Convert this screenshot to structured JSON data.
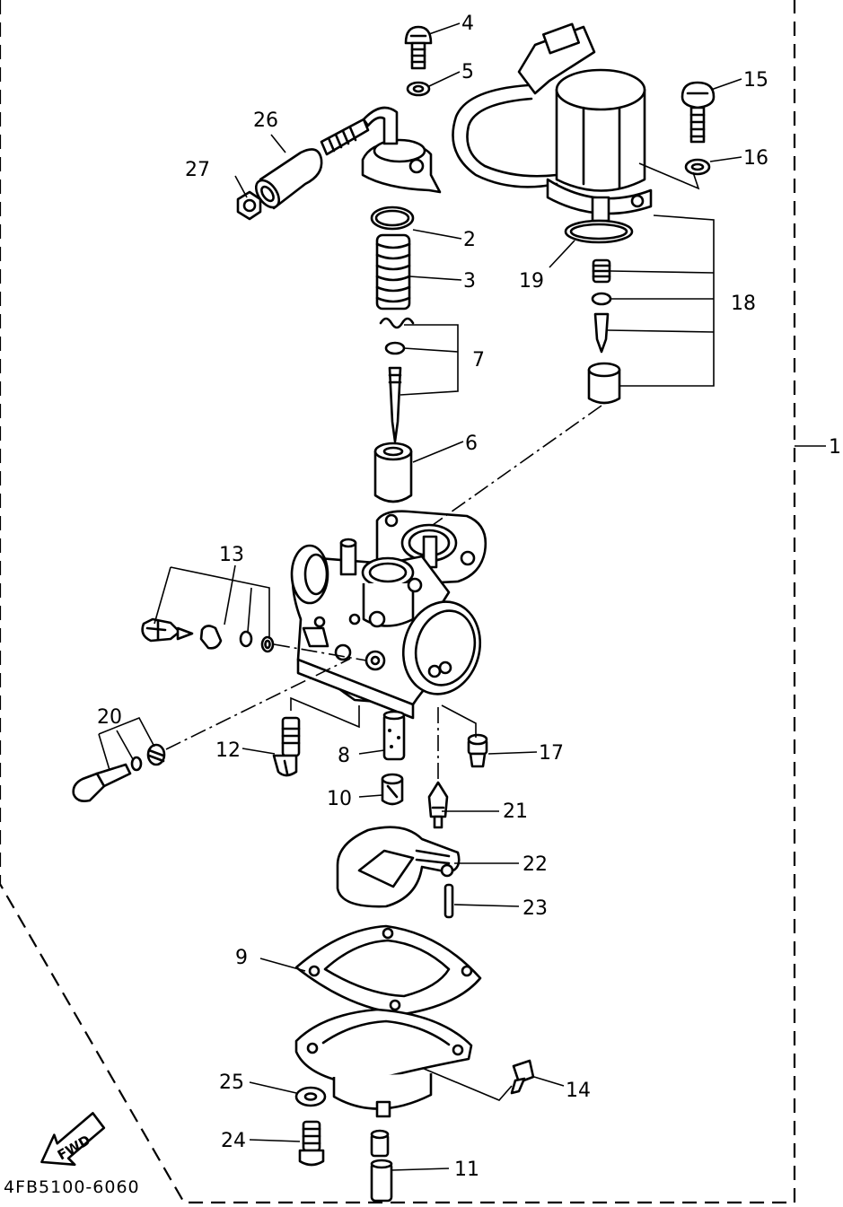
{
  "drawing_code": "4FB5100-6060",
  "fwd_label": "FWD",
  "callouts": [
    {
      "id": "c1",
      "text": "1"
    },
    {
      "id": "c2",
      "text": "2"
    },
    {
      "id": "c3",
      "text": "3"
    },
    {
      "id": "c4",
      "text": "4"
    },
    {
      "id": "c5",
      "text": "5"
    },
    {
      "id": "c6",
      "text": "6"
    },
    {
      "id": "c7",
      "text": "7"
    },
    {
      "id": "c8",
      "text": "8"
    },
    {
      "id": "c9",
      "text": "9"
    },
    {
      "id": "c10",
      "text": "10"
    },
    {
      "id": "c11",
      "text": "11"
    },
    {
      "id": "c12",
      "text": "12"
    },
    {
      "id": "c13",
      "text": "13"
    },
    {
      "id": "c14",
      "text": "14"
    },
    {
      "id": "c15",
      "text": "15"
    },
    {
      "id": "c16",
      "text": "16"
    },
    {
      "id": "c17",
      "text": "17"
    },
    {
      "id": "c18",
      "text": "18"
    },
    {
      "id": "c19",
      "text": "19"
    },
    {
      "id": "c20",
      "text": "20"
    },
    {
      "id": "c21",
      "text": "21"
    },
    {
      "id": "c22",
      "text": "22"
    },
    {
      "id": "c23",
      "text": "23"
    },
    {
      "id": "c24",
      "text": "24"
    },
    {
      "id": "c25",
      "text": "25"
    },
    {
      "id": "c26",
      "text": "26"
    },
    {
      "id": "c27",
      "text": "27"
    }
  ]
}
